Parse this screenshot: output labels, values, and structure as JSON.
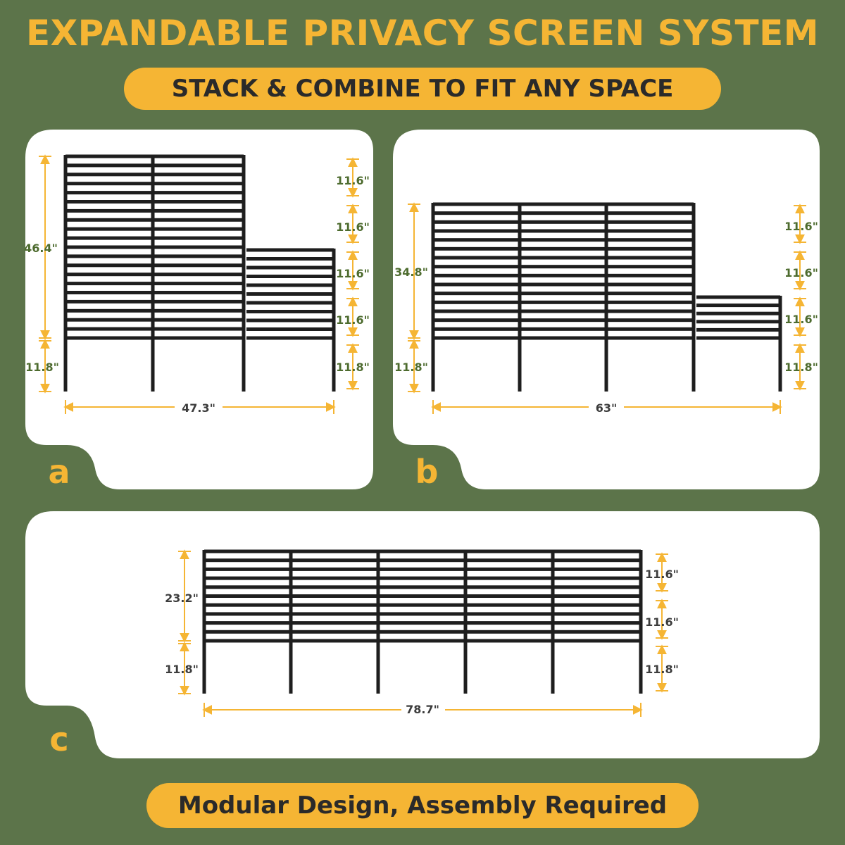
{
  "header": {
    "title": "EXPANDABLE PRIVACY SCREEN SYSTEM",
    "subtitle": "STACK & COMBINE TO FIT ANY SPACE"
  },
  "panels": [
    {
      "letter": "a",
      "total_height": "46.4\"",
      "leg_height": "11.8\"",
      "segments": [
        "11.6\"",
        "11.6\"",
        "11.6\"",
        "11.6\"",
        "11.8\""
      ],
      "width": "47.3\""
    },
    {
      "letter": "b",
      "total_height": "34.8\"",
      "leg_height": "11.8\"",
      "segments": [
        "11.6\"",
        "11.6\"",
        "11.6\"",
        "11.8\""
      ],
      "width": "63\""
    },
    {
      "letter": "c",
      "total_height": "23.2\"",
      "leg_height": "11.8\"",
      "segments": [
        "11.6\"",
        "11.6\"",
        "11.8\""
      ],
      "width": "78.7\""
    }
  ],
  "footer": {
    "note": "Modular Design, Assembly Required"
  },
  "colors": {
    "background": "#5c744a",
    "accent": "#f5b534",
    "panel": "#ffffff",
    "screen": "#1e1e1e"
  }
}
